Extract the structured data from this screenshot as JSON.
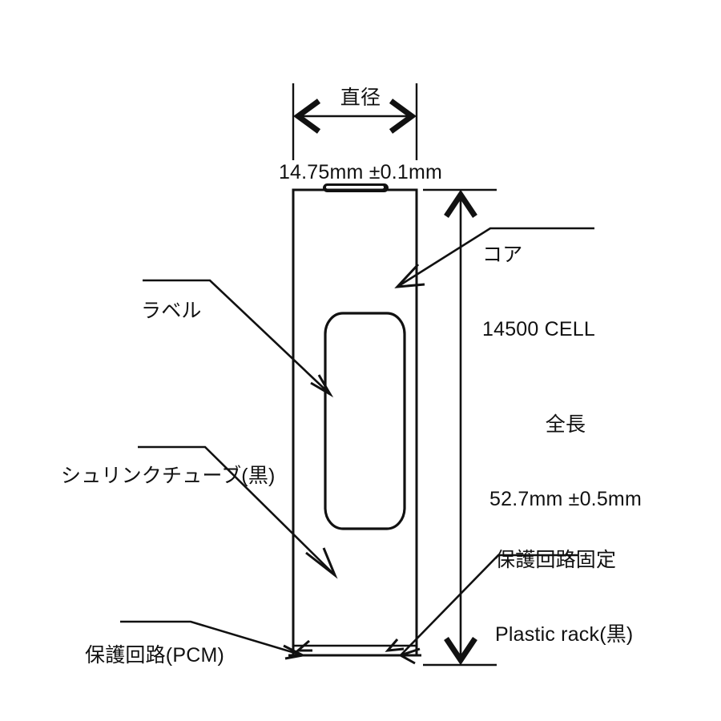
{
  "drawing": {
    "title_context": "14500 protected lithium cell mechanical drawing",
    "line_color": "#111111",
    "background_color": "#ffffff"
  },
  "annotations": {
    "diameter": {
      "name": "diameter-dimension",
      "line1": "直径",
      "line2": "14.75mm ±0.1mm",
      "value": "14.75",
      "tolerance": "±0.1",
      "unit": "mm"
    },
    "core": {
      "name": "core-callout",
      "line1": "コア",
      "line2": "14500 CELL"
    },
    "label": {
      "name": "label-callout",
      "line1": "ラベル"
    },
    "total_length": {
      "name": "total-length-dimension",
      "line1": "全長",
      "line2": "52.7mm ±0.5mm",
      "value": "52.7",
      "tolerance": "±0.5",
      "unit": "mm"
    },
    "shrink_tube": {
      "name": "shrink-tube-callout",
      "line1": "シュリンクチューブ(黒)"
    },
    "plastic_rack": {
      "name": "plastic-rack-callout",
      "line1": "保護回路固定",
      "line2": "Plastic rack(黒)"
    },
    "pcm": {
      "name": "pcm-callout",
      "line1": "保護回路(PCM)"
    }
  }
}
